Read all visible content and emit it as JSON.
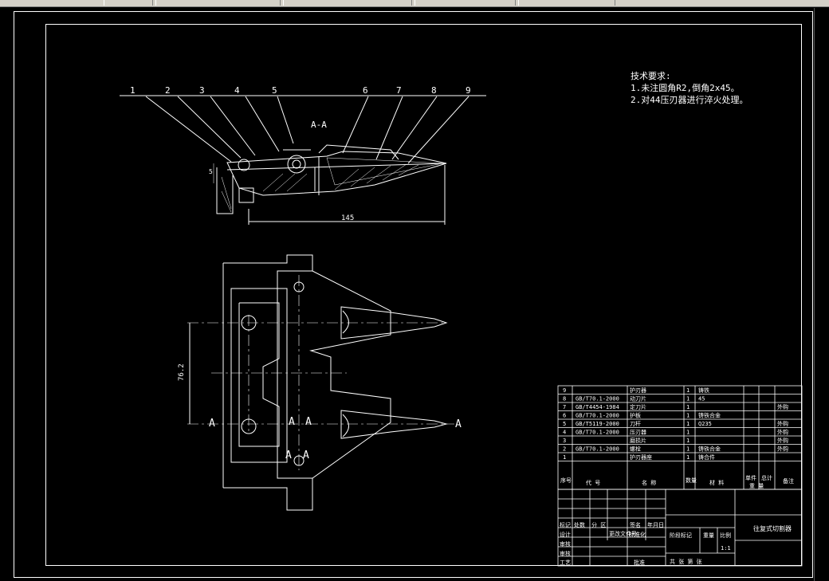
{
  "toolbar": {
    "segments": [
      "",
      "",
      "",
      "",
      ""
    ]
  },
  "tech_requirements": {
    "title": "技术要求:",
    "items": [
      "1.未注圆角R2,倒角2x45。",
      "2.对44压刃器进行淬火处理。"
    ]
  },
  "section_view": {
    "title": "A-A",
    "balloons": [
      "1",
      "2",
      "3",
      "4",
      "5",
      "6",
      "7",
      "8",
      "9"
    ],
    "dim_length": "145",
    "dim_small": "5"
  },
  "plan_view": {
    "dim_vertical": "76.2",
    "section_marks": [
      "A",
      "A",
      "A",
      "A",
      "A",
      "A"
    ]
  },
  "parts_list": {
    "rows": [
      {
        "no": "9",
        "code": "",
        "name": "护刃器",
        "qty": "1",
        "material": "铸铁",
        "note": ""
      },
      {
        "no": "8",
        "code": "GB/T70.1-2000",
        "name": "动刀片",
        "qty": "1",
        "material": "45",
        "note": ""
      },
      {
        "no": "7",
        "code": "GB/T4454-1984",
        "name": "定刀片",
        "qty": "1",
        "material": "",
        "note": "外购"
      },
      {
        "no": "6",
        "code": "GB/T70.1-2000",
        "name": "护板",
        "qty": "1",
        "material": "铸铁合金",
        "note": ""
      },
      {
        "no": "5",
        "code": "GB/T5119-2000",
        "name": "刀杆",
        "qty": "1",
        "material": "Q235",
        "note": "外购"
      },
      {
        "no": "4",
        "code": "GB/T70.1-2000",
        "name": "压刃器",
        "qty": "1",
        "material": "",
        "note": "外购"
      },
      {
        "no": "3",
        "code": "",
        "name": "磨损片",
        "qty": "1",
        "material": "",
        "note": "外购"
      },
      {
        "no": "2",
        "code": "GB/T70.1-2000",
        "name": "螺栓",
        "qty": "1",
        "material": "铸铁合金",
        "note": "外购"
      },
      {
        "no": "1",
        "code": "",
        "name": "护刃器座",
        "qty": "1",
        "material": "铸合件",
        "note": ""
      }
    ],
    "header": {
      "no": "序号",
      "code": "代 号",
      "name": "名 称",
      "qty": "数量",
      "material": "材 料",
      "single": "单件",
      "total": "总计",
      "weight": "重 量",
      "note": "备注"
    }
  },
  "title_block": {
    "drawing_name": "往复式切割器",
    "scale": "1:1",
    "labels": {
      "mark": "标记",
      "count": "处数",
      "zone": "分 区",
      "change": "更改文件号",
      "sign": "签名",
      "date": "年月日",
      "design": "设计",
      "std": "标准化",
      "review": "审核",
      "process": "工艺",
      "approve": "批准",
      "stage": "阶段标记",
      "weight": "重量",
      "ratio": "比例",
      "sheets": "共 张 第 张"
    }
  },
  "colors": {
    "line": "#ffffff",
    "background": "#000000"
  }
}
